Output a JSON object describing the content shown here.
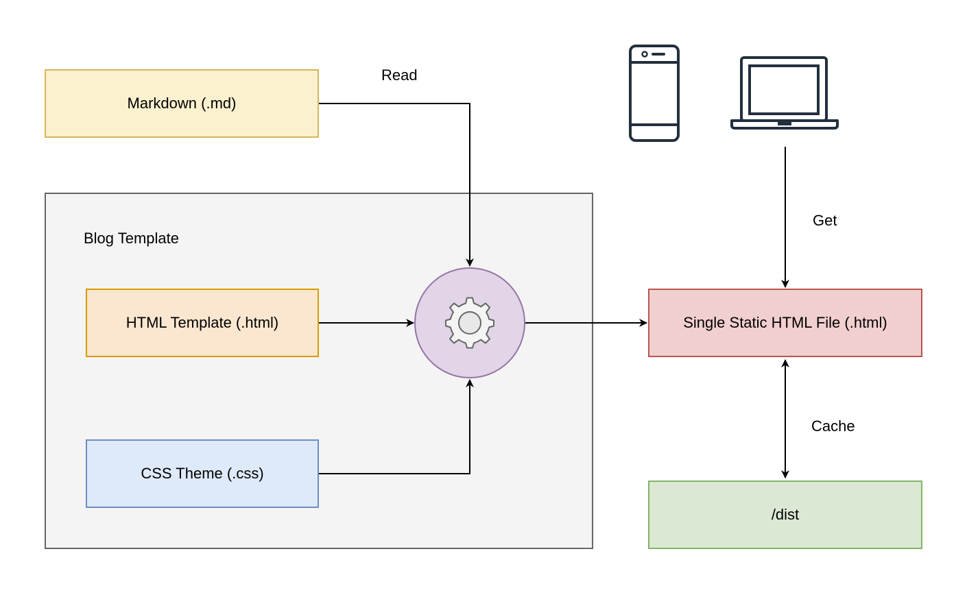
{
  "nodes": {
    "markdown": {
      "label": "Markdown (.md)",
      "fill": "#fcf1cf",
      "stroke": "#d6b656"
    },
    "group": {
      "label": "Blog Template",
      "fill": "#f4f4f4",
      "stroke": "#666666"
    },
    "html_template": {
      "label": "HTML Template (.html)",
      "fill": "#fbe6cf",
      "stroke": "#d79b00"
    },
    "css_theme": {
      "label": "CSS Theme (.css)",
      "fill": "#dee9f9",
      "stroke": "#6c8ebf"
    },
    "processor": {
      "icon": "gear-icon",
      "fill": "#e1d5e7",
      "stroke": "#9673a6"
    },
    "output": {
      "label": "Single Static HTML File (.html)",
      "fill": "#f2cfcf",
      "stroke": "#b85450"
    },
    "dist": {
      "label": "/dist",
      "fill": "#dbe8d4",
      "stroke": "#82b366"
    },
    "devices": {
      "phone_icon": "smartphone-icon",
      "laptop_icon": "laptop-icon",
      "color": "#232f3e"
    }
  },
  "edges": {
    "read": "Read",
    "get": "Get",
    "cache": "Cache"
  }
}
